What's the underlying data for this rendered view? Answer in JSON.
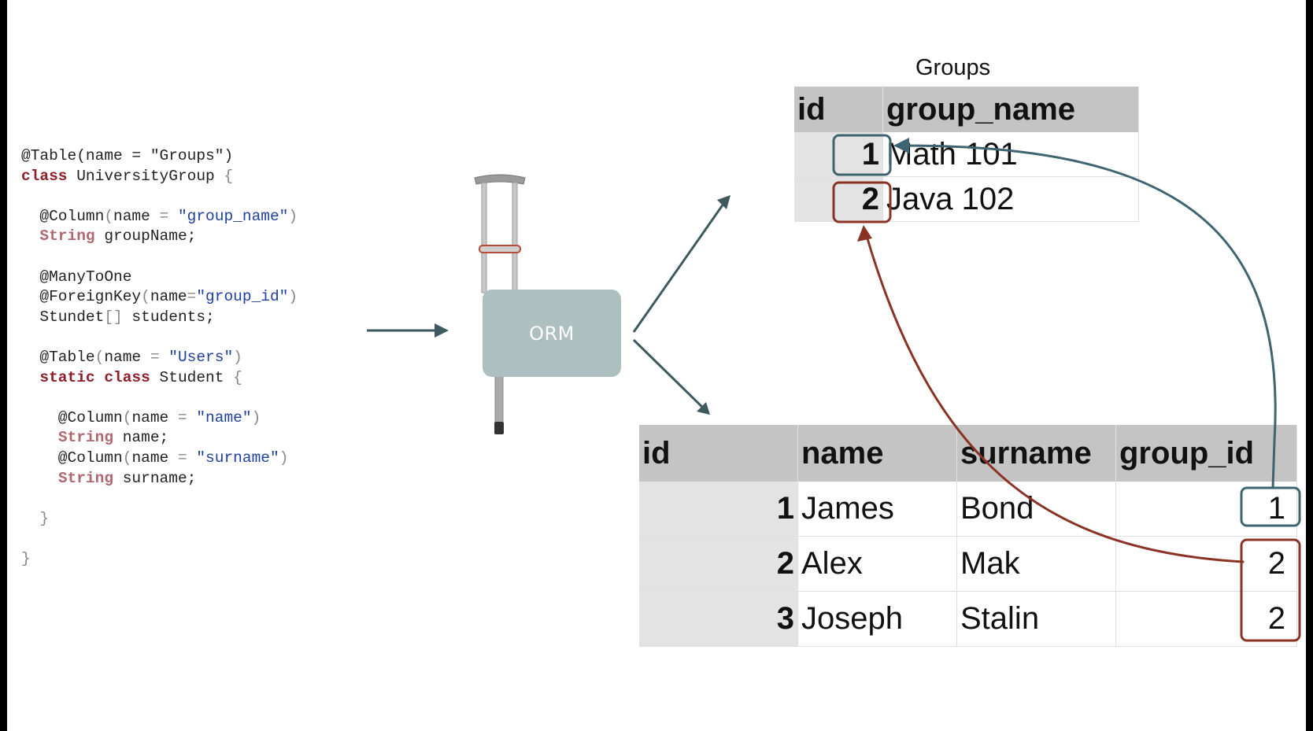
{
  "code": {
    "lines": [
      [
        {
          "t": "@Table(name = \"Groups\")",
          "c": ""
        }
      ],
      [
        {
          "t": "class",
          "c": "kw"
        },
        {
          "t": " UniversityGroup ",
          "c": ""
        },
        {
          "t": "{",
          "c": "pu"
        }
      ],
      [],
      [
        {
          "t": "  @Column",
          "c": ""
        },
        {
          "t": "(",
          "c": "pu"
        },
        {
          "t": "name ",
          "c": ""
        },
        {
          "t": "=",
          "c": "pu"
        },
        {
          "t": " ",
          "c": ""
        },
        {
          "t": "\"group_name\"",
          "c": "st"
        },
        {
          "t": ")",
          "c": "pu"
        }
      ],
      [
        {
          "t": "  ",
          "c": ""
        },
        {
          "t": "String",
          "c": "ty"
        },
        {
          "t": " groupName;",
          "c": ""
        }
      ],
      [],
      [
        {
          "t": "  @ManyToOne",
          "c": ""
        }
      ],
      [
        {
          "t": "  @ForeignKey",
          "c": ""
        },
        {
          "t": "(",
          "c": "pu"
        },
        {
          "t": "name",
          "c": ""
        },
        {
          "t": "=",
          "c": "pu"
        },
        {
          "t": "\"group_id\"",
          "c": "st"
        },
        {
          "t": ")",
          "c": "pu"
        }
      ],
      [
        {
          "t": "  Stundet",
          "c": ""
        },
        {
          "t": "[]",
          "c": "pu"
        },
        {
          "t": " students;",
          "c": ""
        }
      ],
      [],
      [
        {
          "t": "  @Table",
          "c": ""
        },
        {
          "t": "(",
          "c": "pu"
        },
        {
          "t": "name ",
          "c": ""
        },
        {
          "t": "=",
          "c": "pu"
        },
        {
          "t": " ",
          "c": ""
        },
        {
          "t": "\"Users\"",
          "c": "st"
        },
        {
          "t": ")",
          "c": "pu"
        }
      ],
      [
        {
          "t": "  ",
          "c": ""
        },
        {
          "t": "static class",
          "c": "kw"
        },
        {
          "t": " Student ",
          "c": ""
        },
        {
          "t": "{",
          "c": "pu"
        }
      ],
      [],
      [
        {
          "t": "    @Column",
          "c": ""
        },
        {
          "t": "(",
          "c": "pu"
        },
        {
          "t": "name ",
          "c": ""
        },
        {
          "t": "=",
          "c": "pu"
        },
        {
          "t": " ",
          "c": ""
        },
        {
          "t": "\"name\"",
          "c": "st"
        },
        {
          "t": ")",
          "c": "pu"
        }
      ],
      [
        {
          "t": "    ",
          "c": ""
        },
        {
          "t": "String",
          "c": "ty"
        },
        {
          "t": " name;",
          "c": ""
        }
      ],
      [
        {
          "t": "    @Column",
          "c": ""
        },
        {
          "t": "(",
          "c": "pu"
        },
        {
          "t": "name ",
          "c": ""
        },
        {
          "t": "=",
          "c": "pu"
        },
        {
          "t": " ",
          "c": ""
        },
        {
          "t": "\"surname\"",
          "c": "st"
        },
        {
          "t": ")",
          "c": "pu"
        }
      ],
      [
        {
          "t": "    ",
          "c": ""
        },
        {
          "t": "String",
          "c": "ty"
        },
        {
          "t": " surname;",
          "c": ""
        }
      ],
      [],
      [
        {
          "t": "  }",
          "c": "pu"
        }
      ],
      [],
      [
        {
          "t": "}",
          "c": "pu"
        }
      ]
    ]
  },
  "orm": {
    "label": "ORM"
  },
  "groups": {
    "caption": "Groups",
    "columns": [
      "id",
      "group_name"
    ],
    "rows": [
      {
        "id": "1",
        "group_name": "Math 101"
      },
      {
        "id": "2",
        "group_name": "Java 102"
      }
    ]
  },
  "students": {
    "columns": [
      "id",
      "name",
      "surname",
      "group_id"
    ],
    "rows": [
      {
        "id": "1",
        "name": "James",
        "surname": "Bond",
        "group_id": "1"
      },
      {
        "id": "2",
        "name": "Alex",
        "surname": "Mak",
        "group_id": "2"
      },
      {
        "id": "3",
        "name": "Joseph",
        "surname": "Stalin",
        "group_id": "2"
      }
    ]
  },
  "colors": {
    "arrow": "#3e5a5f",
    "link_teal": "#3d6470",
    "link_red": "#8a3324",
    "orm_box": "#adc0bf"
  },
  "icons": [
    "crutch-icon",
    "arrow-right-icon",
    "arrow-up-right-icon",
    "arrow-down-right-icon"
  ]
}
